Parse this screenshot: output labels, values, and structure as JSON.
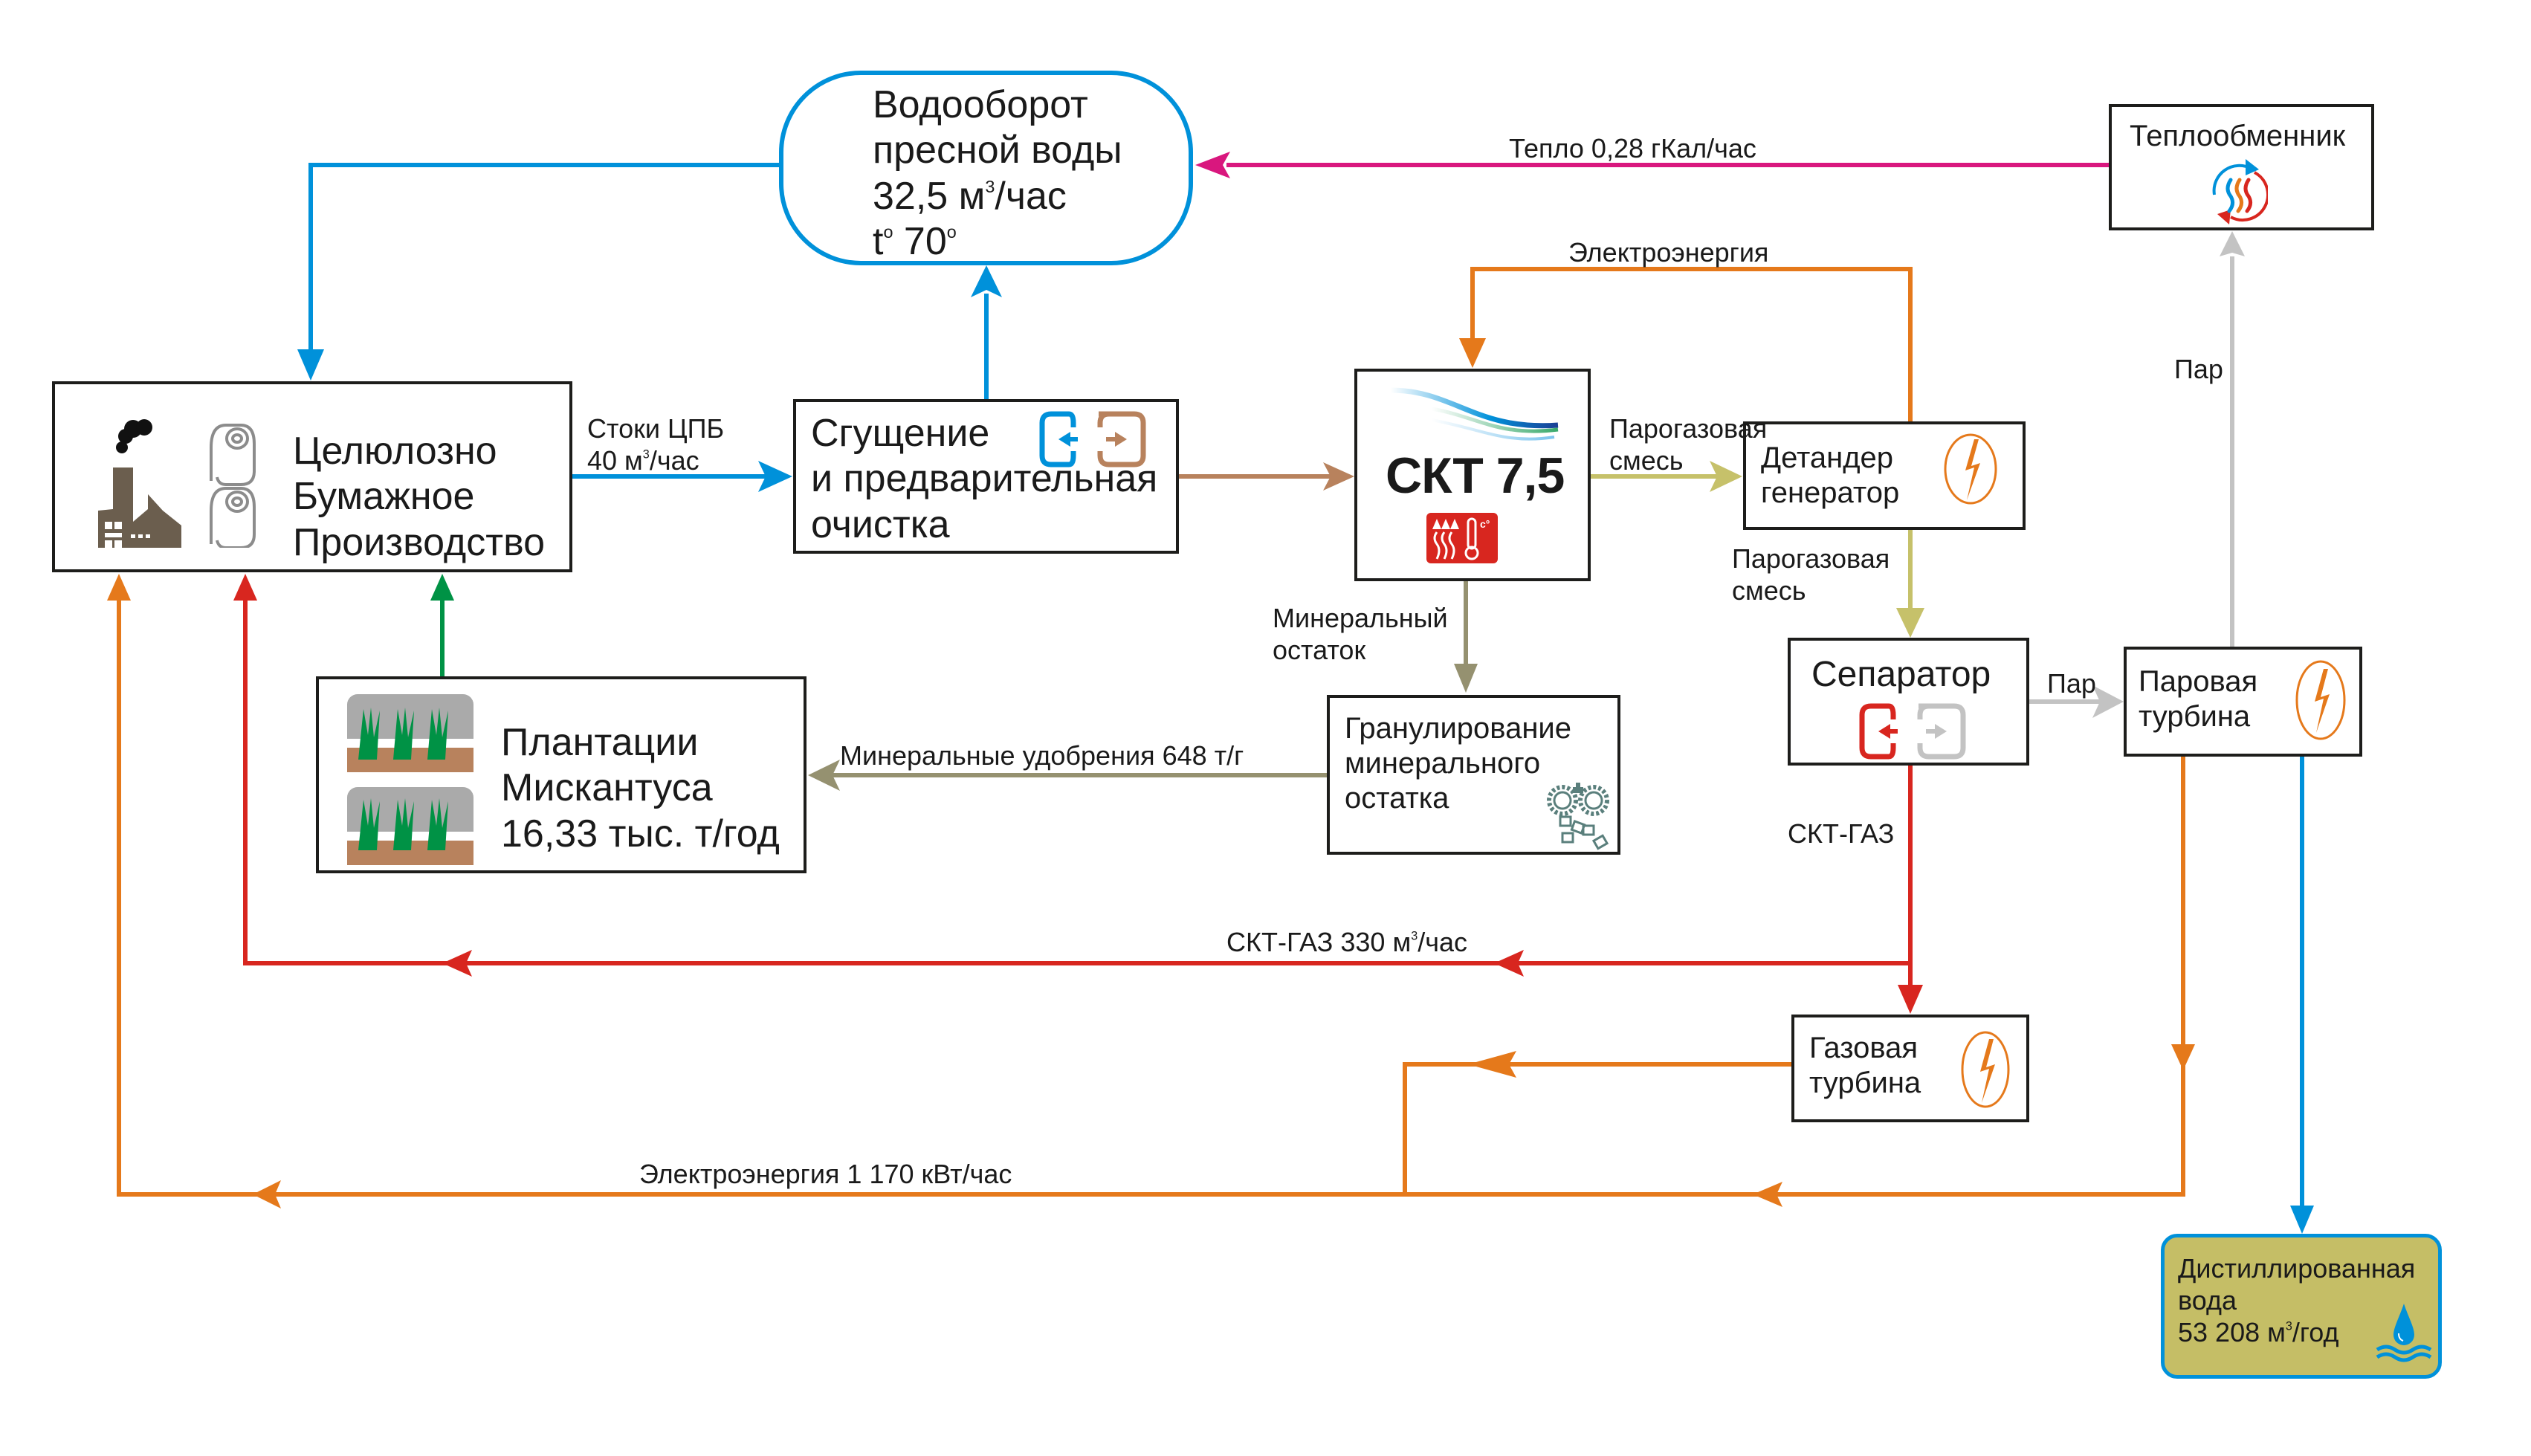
{
  "nodes": {
    "paper_mill": {
      "lines": [
        "Целюлозно",
        "Бумажное",
        "Производство"
      ]
    },
    "water_cycle": {
      "line1": "Водооборот",
      "line2": "пресной воды",
      "line3_value": "32,5 м",
      "line3_sup": "3",
      "line3_unit": "/час",
      "line4_pre": "t",
      "line4_sup1": "o",
      "line4_value": " 70",
      "line4_sup2": "o"
    },
    "thickening": {
      "lines": [
        "Сгущение",
        "и предварительная",
        "очистка"
      ]
    },
    "skt": {
      "title": "СКТ 7,5"
    },
    "expander": {
      "lines": [
        "Детандер",
        "генератор"
      ]
    },
    "heat_exchanger": {
      "title": "Теплообменник"
    },
    "separator": {
      "title": "Сепаратор"
    },
    "steam_turbine": {
      "lines": [
        "Паровая",
        "турбина"
      ]
    },
    "granulation": {
      "lines": [
        "Гранулирование",
        "минерального",
        "остатка"
      ]
    },
    "plantations": {
      "lines": [
        "Плантации",
        "Мискантуса",
        "16,33 тыс. т/год"
      ]
    },
    "gas_turbine": {
      "lines": [
        "Газовая",
        "турбина"
      ]
    },
    "distilled_water": {
      "line1": "Дистиллированная",
      "line2": "вода",
      "line3_value": "53 208 м",
      "line3_sup": "3",
      "line3_unit": "/год"
    }
  },
  "flows": {
    "wastewater": {
      "line1": "Стоки ЦПБ",
      "line2_value": "40 м",
      "line2_sup": "3",
      "line2_unit": "/час"
    },
    "heat": "Тепло 0,28 гКал/час",
    "electricity_top": "Электроэнергия",
    "vapor_gas_1": [
      "Парогазовая",
      "смесь"
    ],
    "vapor_gas_2": [
      "Парогазовая",
      "смесь"
    ],
    "mineral_residue": [
      "Минеральный",
      "остаток"
    ],
    "fertilizer": "Минеральные удобрения 648 т/г",
    "steam_to_turbine": "Пар",
    "steam_to_exchanger": "Пар",
    "skt_gas_down": "СКТ-ГАЗ",
    "skt_gas_main": {
      "value": "СКТ-ГАЗ 330 м",
      "sup": "3",
      "unit": "/час"
    },
    "electricity_bottom": "Электроэнергия 1 170 кВт/час"
  },
  "colors": {
    "water_blue": "#0091da",
    "heat_pink": "#d9177e",
    "electric_orange": "#e5791b",
    "vapor_olive": "#c6c16a",
    "mineral_olive": "#959170",
    "gas_red": "#d8261f",
    "steam_gray": "#c3c3c3",
    "slurry_brown": "#b8825d",
    "plant_green": "#009245",
    "distilled_fill": "#c5be66"
  }
}
